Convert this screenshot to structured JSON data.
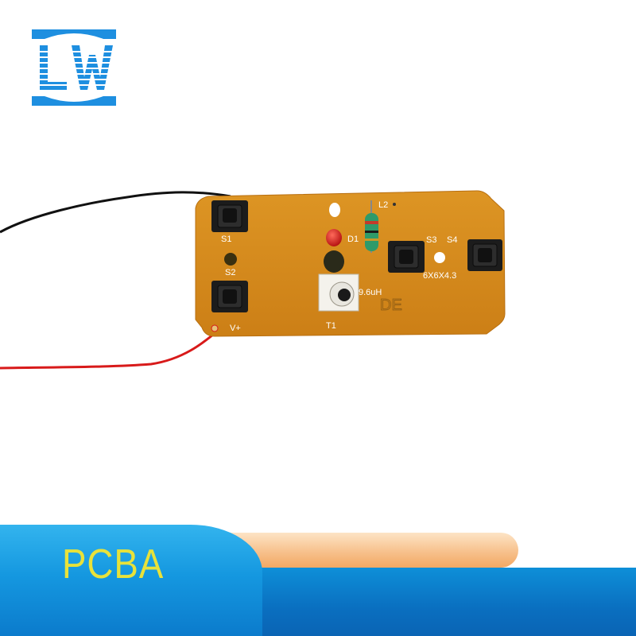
{
  "logo": {
    "text": "LW",
    "color": "#1e8fe0"
  },
  "board": {
    "labels": {
      "s1": "S1",
      "s2": "S2",
      "s3": "S3",
      "s4": "S4",
      "d1": "D1",
      "l2": "L2",
      "t1": "T1",
      "vplus": "V+",
      "inductance": "9.6uH",
      "switch_size": "6X6X4.3",
      "silk_mark": "DE"
    },
    "colors": {
      "pcb": "#d58a1d",
      "wire_black": "#111111",
      "wire_red": "#d81a1a",
      "led": "#e02020"
    }
  },
  "banner": {
    "label": "PCBA",
    "text_color": "#e8e23a"
  }
}
